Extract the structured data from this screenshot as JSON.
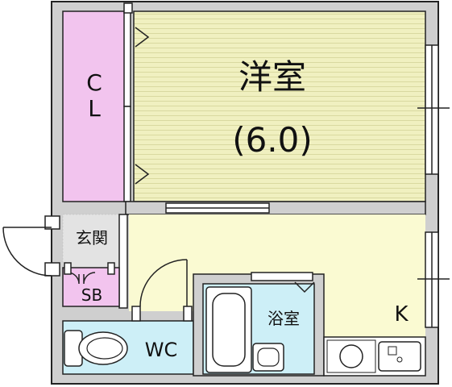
{
  "rooms": {
    "western_room": {
      "name": "洋室",
      "size": "(6.0)"
    },
    "closet": {
      "line1": "C",
      "line2": "L"
    },
    "entrance": {
      "name": "玄関"
    },
    "shoe_box": {
      "name": "SB"
    },
    "toilet": {
      "name": "WC"
    },
    "bathroom": {
      "name": "浴室"
    },
    "kitchen": {
      "name": "K"
    }
  },
  "colors": {
    "western_room_floor": "#f0f0c0",
    "kitchen_floor": "#fafad2",
    "closet_fill": "#f2c4ee",
    "wet_area_fill": "#cdeff7",
    "wall": "#cfcfcf",
    "wall_outline": "#222222"
  }
}
